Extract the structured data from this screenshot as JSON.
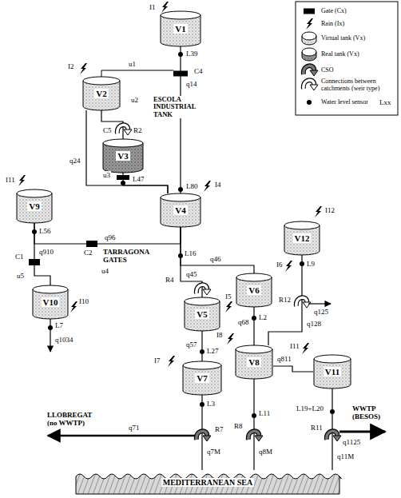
{
  "diagram": {
    "nodes": [
      {
        "text": [
          "V1"
        ]
      },
      {
        "text": [
          "V2"
        ]
      },
      {
        "text": [
          "ESCOLA INDUSTRIAL TANK",
          "V3"
        ]
      },
      {
        "text": [
          "V9"
        ]
      },
      {
        "text": [
          "V4"
        ]
      },
      {
        "text": [
          "V12"
        ]
      },
      {
        "text": [
          "V10"
        ]
      },
      {
        "text": [
          "V5"
        ]
      },
      {
        "text": [
          "V6"
        ]
      },
      {
        "text": [
          "V7"
        ]
      },
      {
        "text": [
          "V8"
        ]
      },
      {
        "text": [
          "V11"
        ]
      },
      {
        "text": [
          "MEDITERRANEAN SEA"
        ]
      }
    ],
    "edges": [
      {
        "from": 0,
        "to": 4,
        "arrow": "none"
      },
      {
        "from": 1,
        "to": 2,
        "arrow": "none"
      },
      {
        "from": 1,
        "to": 4,
        "arrow": "none"
      },
      {
        "from": 2,
        "to": 4,
        "arrow": "none"
      },
      {
        "from": 3,
        "to": 6,
        "arrow": "none"
      },
      {
        "from": 3,
        "to": 4,
        "arrow": "none"
      },
      {
        "from": 4,
        "to": 7,
        "arrow": "none"
      },
      {
        "from": 4,
        "to": 8,
        "arrow": "none"
      },
      {
        "from": 7,
        "to": 9,
        "arrow": "none"
      },
      {
        "from": 8,
        "to": 10,
        "arrow": "none"
      },
      {
        "from": 5,
        "to": 10,
        "arrow": "none"
      },
      {
        "from": 10,
        "to": 11,
        "arrow": "none"
      },
      {
        "from": 9,
        "to": 12,
        "arrow": "none"
      },
      {
        "from": 10,
        "to": 12,
        "arrow": "none"
      },
      {
        "from": 11,
        "to": 12,
        "arrow": "none"
      }
    ],
    "labels": [
      "I1",
      "L39",
      "C4",
      "u1",
      "q14",
      "I2",
      "u2",
      "C5",
      "R2",
      "u3",
      "L47",
      "q24",
      "L80",
      "I4",
      "I11",
      "L56",
      "q96",
      "q910",
      "C2",
      "TARRAGONA GATES",
      "u4",
      "C1",
      "u5",
      "L16",
      "q46",
      "R4",
      "q45",
      "I5",
      "I6",
      "L2",
      "q68",
      "I12",
      "L9",
      "R12",
      "q125",
      "q128",
      "I10",
      "L7",
      "q1034",
      "I7",
      "q57",
      "L27",
      "I8",
      "q811",
      "I11",
      "L3",
      "R7",
      "q71",
      "q7M",
      "LLOBREGAT (no WWTP)",
      "L11",
      "R8",
      "q8M",
      "L19+L20",
      "R11",
      "q1125",
      "q11M",
      "WWTP (BESOS)",
      "Lxx"
    ],
    "legend": [
      {
        "text": "Gate (Cx)"
      },
      {
        "text": "Rain (Ix)"
      },
      {
        "text": "Virtual tank (Vx)"
      },
      {
        "text": "Real tank (Vx)"
      },
      {
        "text": "CSO"
      },
      {
        "text": "Connections between catchments (weir type)"
      },
      {
        "text": "Water level sensor"
      }
    ]
  }
}
